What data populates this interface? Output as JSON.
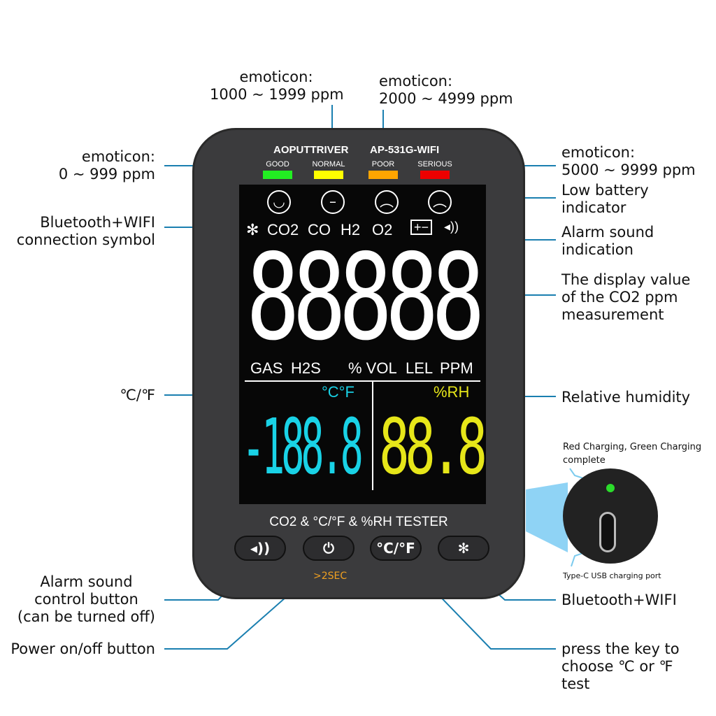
{
  "device": {
    "brand": "AOPUTTRIVER",
    "model": "AP-531G-WIFI",
    "levels": [
      {
        "label": "GOOD",
        "color": "#22ee22"
      },
      {
        "label": "NORMAL",
        "color": "#ffff00"
      },
      {
        "label": "POOR",
        "color": "#ffa500"
      },
      {
        "label": "SERIOUS",
        "color": "#ee0000"
      }
    ],
    "gases": [
      "CO2",
      "CO",
      "H2",
      "O2"
    ],
    "main_digits": "88888",
    "units": [
      "GAS",
      "H2S",
      "% VOL",
      "LEL",
      "PPM"
    ],
    "temp_unit": "°C°F",
    "temp_digits": "-188.8",
    "rh_unit": "%RH",
    "rh_digits": "88.8",
    "title": "CO2 & °C/°F & %RH TESTER",
    "temp_button": "°C/°F",
    "power_hint": ">2SEC"
  },
  "colors": {
    "temp": "#19d2e6",
    "rh": "#e6e619",
    "line": "#1a7fb0"
  },
  "annotations": {
    "emo1": "emoticon:\n0 ~ 999 ppm",
    "emo2": "emoticon:\n1000 ~ 1999 ppm",
    "emo3": "emoticon:\n2000 ~ 4999 ppm",
    "emo4": "emoticon:\n5000 ~ 9999 ppm",
    "battery": "Low battery\nindicator",
    "alarm": "Alarm sound\nindication",
    "display": "The display value\nof the CO2 ppm\nmeasurement",
    "bt_symbol": "Bluetooth+WIFI\nconnection symbol",
    "temp": "℃/℉",
    "rh": "Relative humidity",
    "charging": "Red Charging, Green Charging\ncomplete",
    "usb": "Type-C USB charging port",
    "alarm_btn": "Alarm sound\ncontrol button\n(can be turned off)",
    "power_btn": "Power on/off button",
    "bt_btn": "Bluetooth+WIFI",
    "temp_btn": "press the key to\nchoose ℃ or ℉\ntest"
  }
}
